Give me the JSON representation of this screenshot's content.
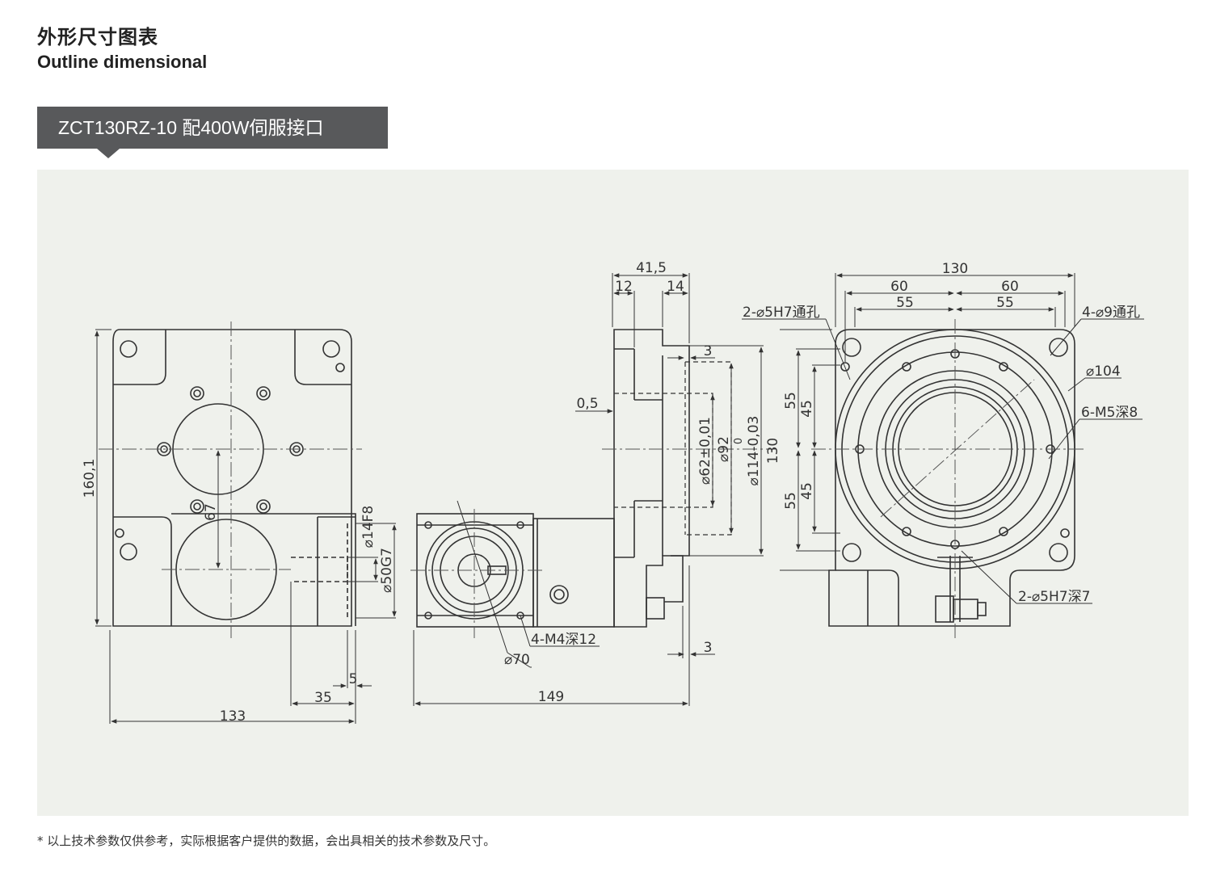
{
  "header": {
    "title_cn": "外形尺寸图表",
    "title_en": "Outline dimensional"
  },
  "model_tag": "ZCT130RZ-10 配400W伺服接口",
  "dims": {
    "left_width": "133",
    "left_height": "160,1",
    "left_35": "35",
    "left_5": "5",
    "left_14f8": "⌀14F8",
    "left_50g7": "⌀50G7",
    "left_67": "67",
    "mid_total": "149",
    "mid_top": "41,5",
    "mid_12": "12",
    "mid_14": "14",
    "mid_3a": "3",
    "mid_3b": "3",
    "mid_05": "0,5",
    "mid_62": "⌀62±0,01",
    "mid_92": "⌀92",
    "mid_114": "⌀114-0,03",
    "mid_114_sup": "0",
    "mid_130": "130",
    "mid_m4": "4-M4深12",
    "mid_70": "⌀70",
    "right_130": "130",
    "right_60a": "60",
    "right_60b": "60",
    "right_55a": "55",
    "right_55b": "55",
    "right_55v1": "55",
    "right_55v2": "55",
    "right_45v1": "45",
    "right_45v2": "45",
    "right_5h7_thru": "2-⌀5H7通孔",
    "right_9_thru": "4-⌀9通孔",
    "right_104": "⌀104",
    "right_m5": "6-M5深8",
    "right_5h7_depth": "2-⌀5H7深7"
  },
  "footnote": "* 以上技术参数仅供参考，实际根据客户提供的数据，会出具相关的技术参数及尺寸。"
}
